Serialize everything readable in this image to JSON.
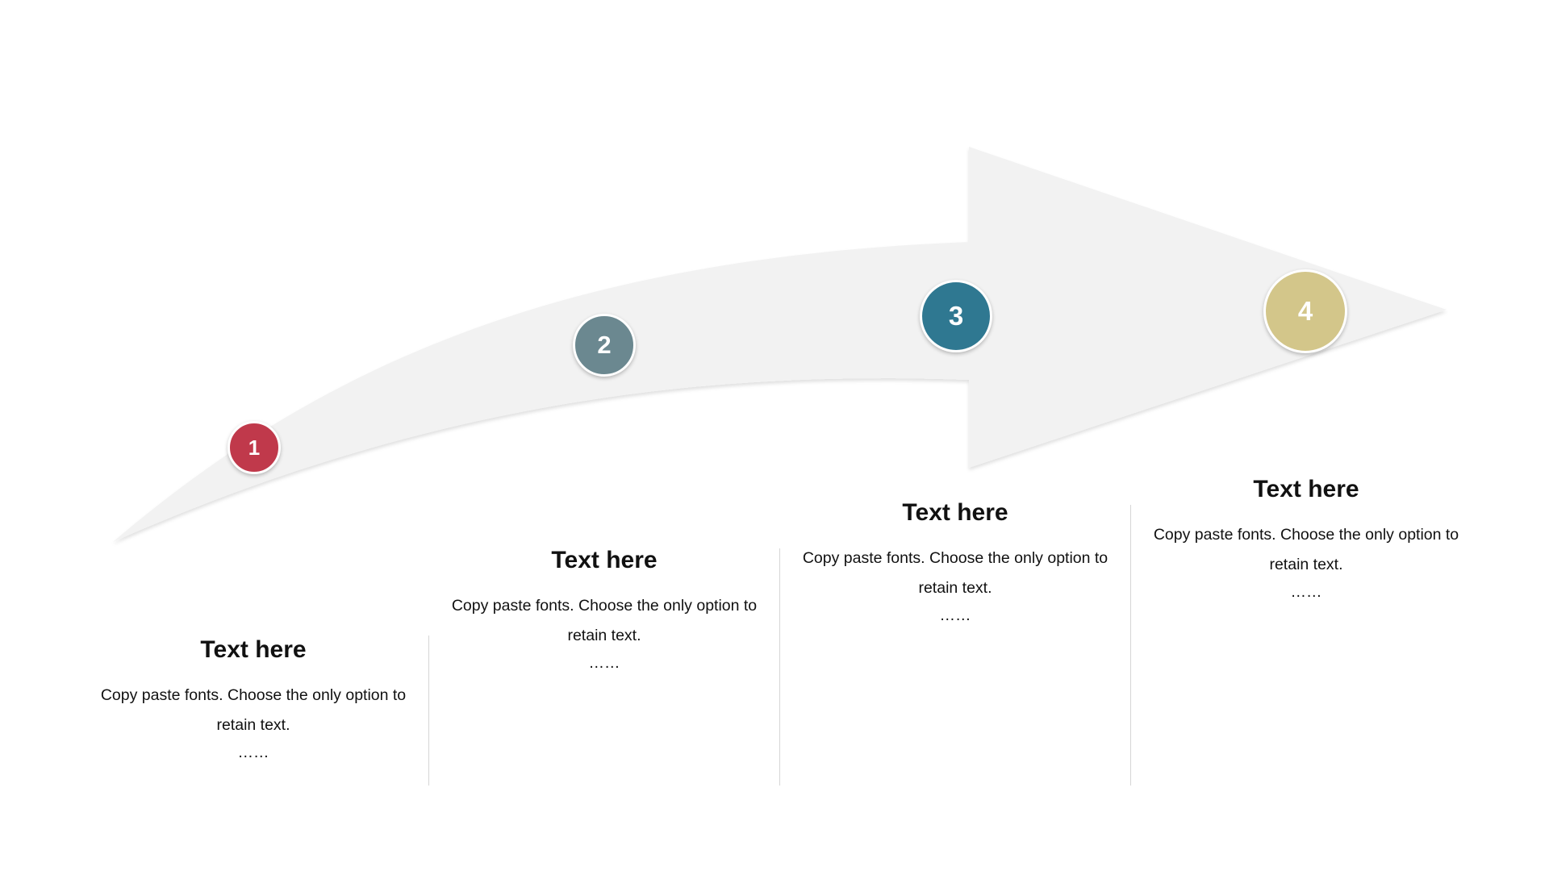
{
  "colors": {
    "arrow_fill": "#f2f2f2",
    "divider": "#d6d6d6",
    "marker_1": "#c0394b",
    "marker_2": "#6b8890",
    "marker_3": "#2f7891",
    "marker_4": "#d3c68a"
  },
  "steps": [
    {
      "number": "1",
      "title": "Text here",
      "body": "Copy paste fonts. Choose the only option to retain text.",
      "ellipsis": "……"
    },
    {
      "number": "2",
      "title": "Text here",
      "body": "Copy paste fonts. Choose the only option to retain text.",
      "ellipsis": "……"
    },
    {
      "number": "3",
      "title": "Text here",
      "body": "Copy paste fonts. Choose the only option to retain text.",
      "ellipsis": "……"
    },
    {
      "number": "4",
      "title": "Text here",
      "body": "Copy paste fonts. Choose the only option to retain text.",
      "ellipsis": "……"
    }
  ]
}
